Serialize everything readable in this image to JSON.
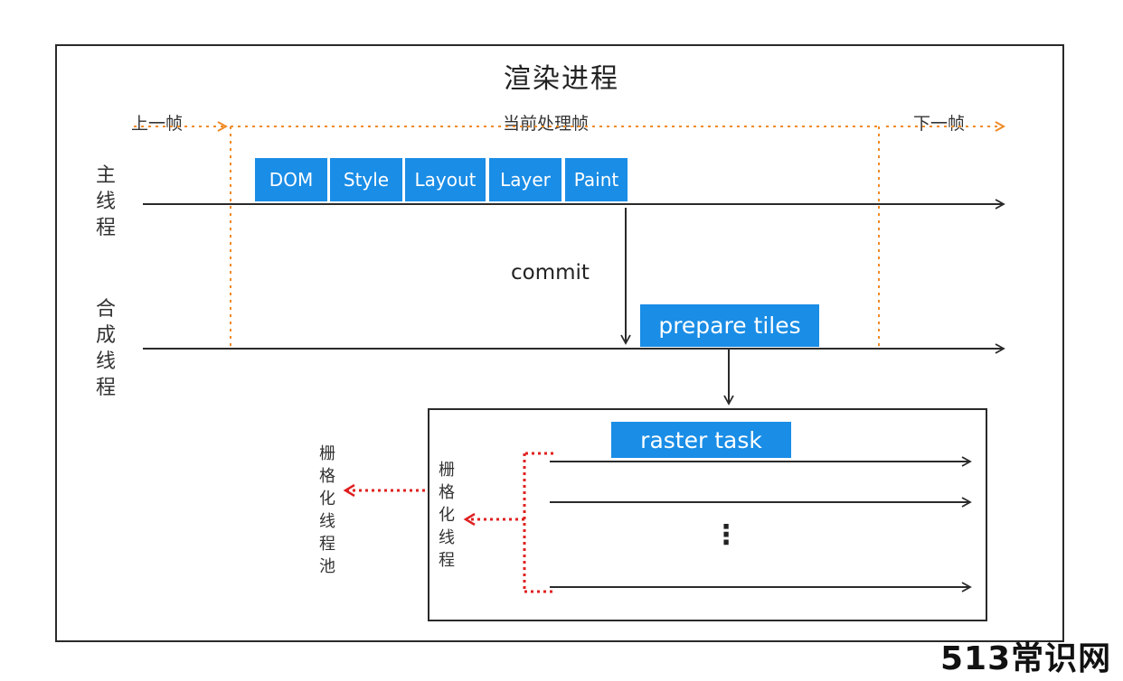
{
  "title": "渲染进程",
  "frames": {
    "prev": "上一帧",
    "current": "当前处理帧",
    "next": "下一帧"
  },
  "threads": {
    "main": "主线程",
    "compositor": "合成线程",
    "raster": "栅格化线程",
    "raster_pool": "栅格化线程池"
  },
  "stages": [
    "DOM",
    "Style",
    "Layout",
    "Layer",
    "Paint"
  ],
  "commit": "commit",
  "prepare_tiles": "prepare tiles",
  "raster_task": "raster task",
  "ellipsis": "⋮",
  "watermark": "513常识网",
  "colors": {
    "stage_blue": "#1a8de6",
    "frame_dash": "#f08a24",
    "red_dots": "#e02020",
    "arrow": "#2a2a2a"
  }
}
